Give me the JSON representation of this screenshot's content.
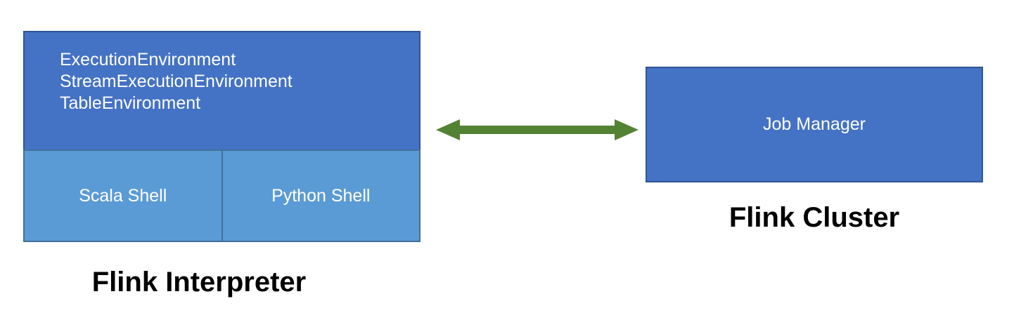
{
  "interpreter": {
    "env_lines": [
      "ExecutionEnvironment",
      "StreamExecutionEnvironment",
      "TableEnvironment"
    ],
    "scala_shell": "Scala Shell",
    "python_shell": "Python Shell",
    "caption": "Flink Interpreter"
  },
  "cluster": {
    "job_manager": "Job Manager",
    "caption": "Flink Cluster"
  },
  "colors": {
    "env_box_fill": "#4472C4",
    "env_box_border": "#2F5597",
    "shell_fill": "#5B9BD5",
    "shell_border": "#41719C",
    "arrow_green": "#548235",
    "box_text": "#FFFFFF",
    "caption_text": "#000000"
  }
}
